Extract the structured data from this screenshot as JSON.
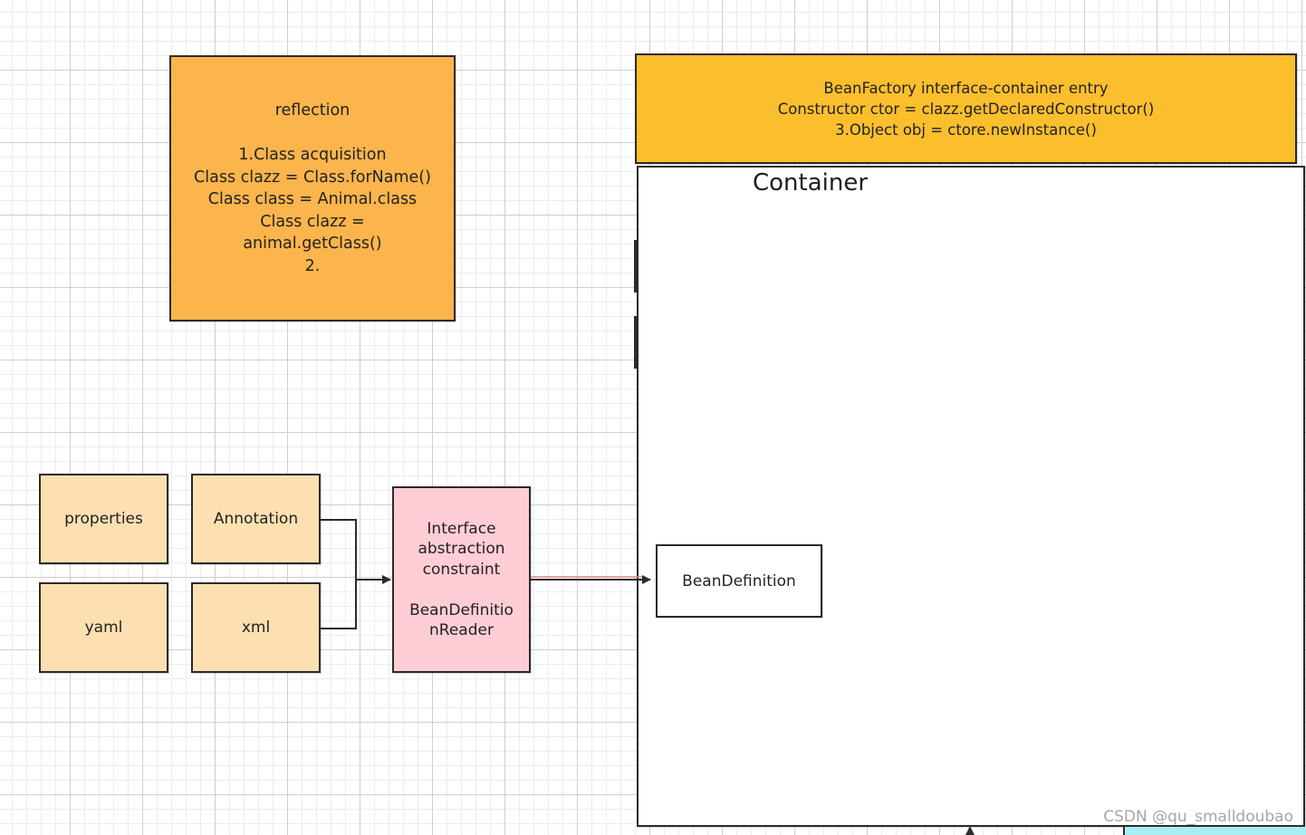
{
  "reflection": {
    "text": "reflection\n\n1.Class acquisition\nClass clazz = Class.forName()\nClass class = Animal.class\nClass clazz =\nanimal.getClass()\n2."
  },
  "beanfactory": {
    "text": "BeanFactory interface-container entry\nConstructor ctor = clazz.getDeclaredConstructor()\n3.Object obj = ctore.newInstance()"
  },
  "container": {
    "title": "Container"
  },
  "sources": {
    "properties": "properties",
    "annotation": "Annotation",
    "yaml": "yaml",
    "xml": "xml"
  },
  "reader": {
    "text": "Interface\nabstraction\nconstraint\n\nBeanDefinitio\nnReader"
  },
  "beandefinition": {
    "text": "BeanDefinition"
  },
  "watermark": {
    "text": "CSDN @qu_smalldoubao"
  },
  "colors": {
    "reflection_fill": "#fbb54c",
    "beanfactory_fill": "#fbbf2d",
    "source_fill": "#fde0b1",
    "reader_fill": "#ffcdd5",
    "arrow_accent": "#e08a8a",
    "stroke": "#2b2b2b"
  }
}
